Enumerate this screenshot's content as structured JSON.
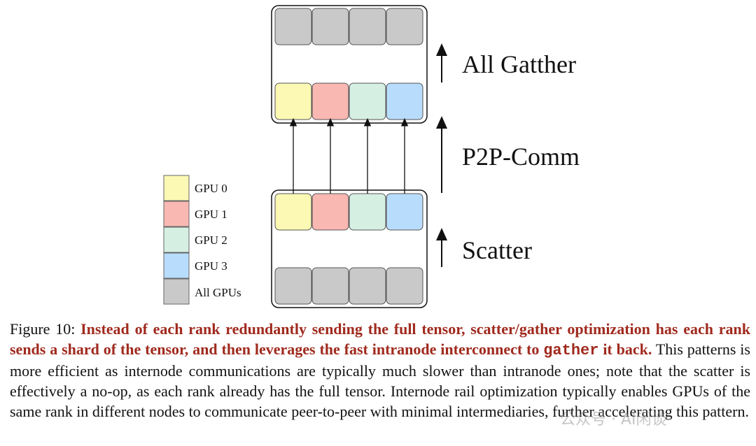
{
  "colors": {
    "gpu0": "#fbf9b3",
    "gpu1": "#f9b8b2",
    "gpu2": "#d6efe3",
    "gpu3": "#b8dcfc",
    "all": "#c9c9c9",
    "caption_highlight": "#a02a1e"
  },
  "legend": [
    {
      "key": "gpu0",
      "label": "GPU 0"
    },
    {
      "key": "gpu1",
      "label": "GPU 1"
    },
    {
      "key": "gpu2",
      "label": "GPU 2"
    },
    {
      "key": "gpu3",
      "label": "GPU 3"
    },
    {
      "key": "all",
      "label": "All GPUs"
    }
  ],
  "stages": {
    "all_gather": "All Gatther",
    "p2p": "P2P-Comm",
    "scatter": "Scatter"
  },
  "caption": {
    "prefix": "Figure 10: ",
    "bold_part": "Instead of each rank redundantly sending the full tensor, scatter/gather optimization has each rank sends a shard of the tensor, and then leverages the fast intranode interconnect to ",
    "mono_word": "gather",
    "bold_tail": " it back.",
    "rest": " This patterns is more efficient as internode communications are typically much slower than intranode ones; note that the scatter is effectively a no-op, as each rank already has the full tensor. Internode rail optimization typically enables GPUs of the same rank in different nodes to communicate peer-to-peer with minimal intermediaries, further accelerating this pattern."
  },
  "watermark": "公众号 · AI闲谈"
}
